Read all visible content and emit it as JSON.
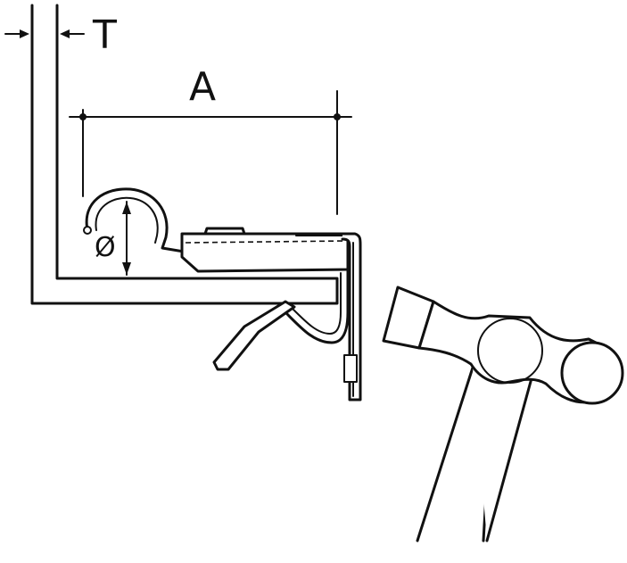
{
  "labels": {
    "thickness": "T",
    "distance": "A",
    "diameter": "Ø"
  },
  "colors": {
    "ink": "#111111",
    "paper": "#ffffff"
  }
}
